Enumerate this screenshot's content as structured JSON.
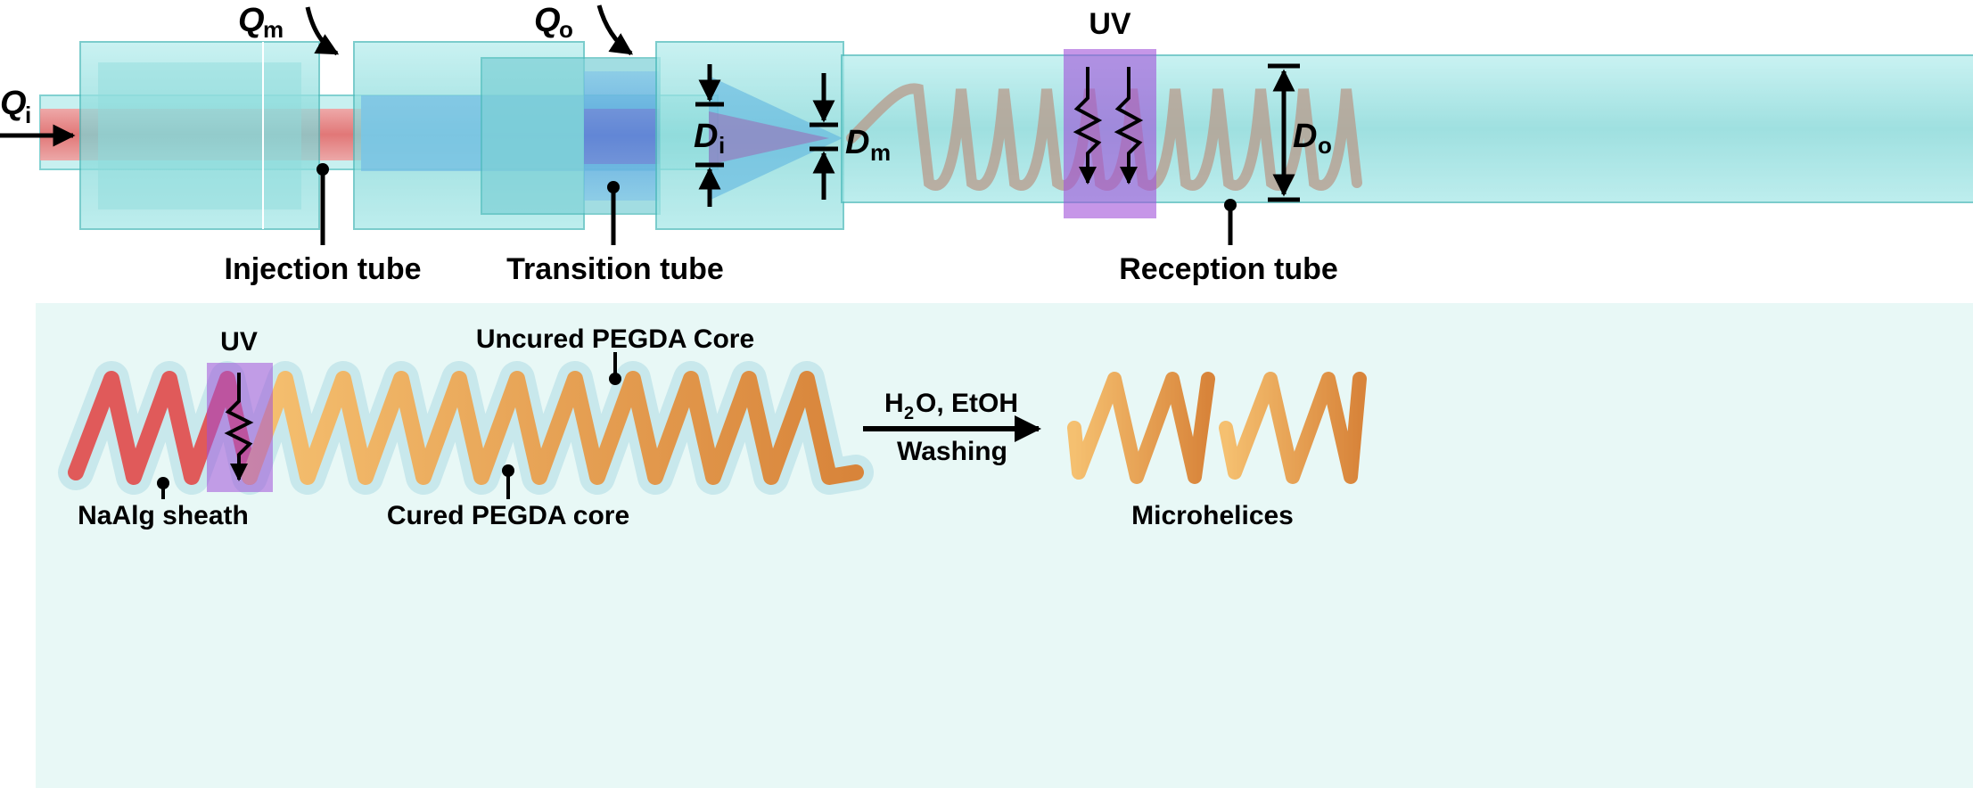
{
  "top": {
    "flow_inner": {
      "symbol": "Q",
      "sub": "i"
    },
    "flow_middle": {
      "symbol": "Q",
      "sub": "m"
    },
    "flow_outer": {
      "symbol": "Q",
      "sub": "o"
    },
    "dim_inner": {
      "symbol": "D",
      "sub": "i"
    },
    "dim_middle": {
      "symbol": "D",
      "sub": "m"
    },
    "dim_outer": {
      "symbol": "D",
      "sub": "o"
    },
    "uv_label": "UV",
    "injection_label": "Injection tube",
    "transition_label": "Transition tube",
    "reception_label": "Reception tube"
  },
  "bottom": {
    "uv_label": "UV",
    "uncured_label": "Uncured PEGDA Core",
    "sheath_label": "NaAlg sheath",
    "cured_label": "Cured PEGDA core",
    "reagent_h2o_main": "H",
    "reagent_h2o_sub": "2",
    "reagent_rest": "O, EtOH",
    "washing_label": "Washing",
    "product_label": "Microhelices"
  },
  "colors": {
    "tube_fill": "#8ee0e0",
    "tube_edge": "#4fbcbc",
    "inner_fluid": "#f08080",
    "middle_fluid": "#5a9ee8",
    "uv_band": "#a050d8",
    "panel_bg": "#e8f8f6",
    "helix_uncured": "#e85a5a",
    "helix_cured": "#e8a060"
  }
}
